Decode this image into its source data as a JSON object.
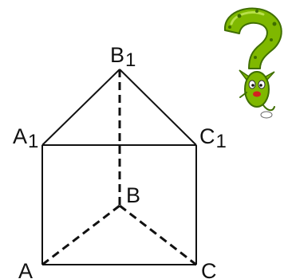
{
  "diagram": {
    "type": "triangular-prism",
    "vertices": {
      "A": {
        "letter": "A",
        "index": ""
      },
      "B": {
        "letter": "B",
        "index": ""
      },
      "C": {
        "letter": "C",
        "index": ""
      },
      "A1": {
        "letter": "A",
        "index": "1"
      },
      "B1": {
        "letter": "B",
        "index": "1"
      },
      "C1": {
        "letter": "C",
        "index": "1"
      }
    },
    "edges": [
      {
        "from": "A",
        "to": "C",
        "style": "solid"
      },
      {
        "from": "A",
        "to": "A1",
        "style": "solid"
      },
      {
        "from": "C",
        "to": "C1",
        "style": "solid"
      },
      {
        "from": "A1",
        "to": "C1",
        "style": "solid"
      },
      {
        "from": "A1",
        "to": "B1",
        "style": "solid"
      },
      {
        "from": "B1",
        "to": "C1",
        "style": "solid"
      },
      {
        "from": "B",
        "to": "B1",
        "style": "dashed"
      },
      {
        "from": "A",
        "to": "B",
        "style": "dashed"
      },
      {
        "from": "B",
        "to": "C",
        "style": "dashed"
      }
    ]
  },
  "decoration": {
    "icon": "question-mark-mascot-icon",
    "colors": {
      "green": "#7fb800",
      "dark_green": "#3f6e00",
      "light_green": "#b8e04a",
      "red": "#d42020"
    }
  }
}
